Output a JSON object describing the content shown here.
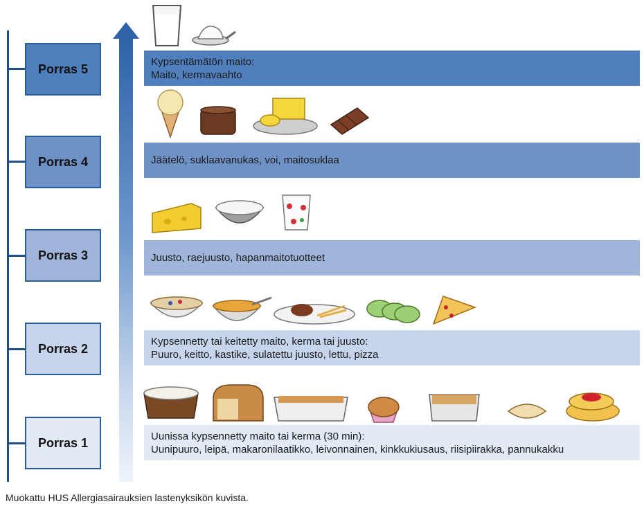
{
  "steps": [
    {
      "label": "Porras 5",
      "line1": "Kypsentämätön maito:",
      "line2": "Maito, kermavaahto",
      "fill": "#4f7fbd",
      "text": "#111111"
    },
    {
      "label": "Porras 4",
      "line1": "Jäätelö, suklaavanukas, voi, maitosuklaa",
      "line2": "",
      "fill": "#6f92c6",
      "text": "#111111"
    },
    {
      "label": "Porras 3",
      "line1": "Juusto, raejuusto, hapanmaitotuotteet",
      "line2": "",
      "fill": "#9fb5da",
      "text": "#111111"
    },
    {
      "label": "Porras 2",
      "line1": "Kypsennetty tai keitetty maito, kerma tai juusto:",
      "line2": "Puuro, keitto, kastike, sulatettu juusto, lettu, pizza",
      "fill": "#c6d4ec",
      "text": "#111111"
    },
    {
      "label": "Porras 1",
      "line1": "Uunissa kypsennetty maito tai kerma (30 min):",
      "line2": "Uunipuuro, leipä, makaronilaatikko, leivonnainen, kinkkukiusaus, riisipiirakka, pannukakku",
      "fill": "#e2eaf6",
      "text": "#111111"
    }
  ],
  "caption": "Muokattu HUS Allergiasairauksien lastenyksikön kuvista.",
  "icons": {
    "step5": [
      "milk-glass-icon",
      "whipped-cream-icon"
    ],
    "step4": [
      "ice-cream-cone-icon",
      "chocolate-pudding-icon",
      "butter-icon",
      "milk-chocolate-icon"
    ],
    "step3": [
      "cheese-icon",
      "cottage-cheese-icon",
      "yogurt-icon"
    ],
    "step2": [
      "porridge-icon",
      "soup-icon",
      "sauce-dish-icon",
      "pancakes-icon",
      "pizza-slice-icon"
    ],
    "step1": [
      "oven-porridge-icon",
      "bread-loaf-icon",
      "macaroni-casserole-icon",
      "pastry-icon",
      "ham-casserole-icon",
      "rice-pie-icon",
      "oven-pancake-icon"
    ]
  }
}
